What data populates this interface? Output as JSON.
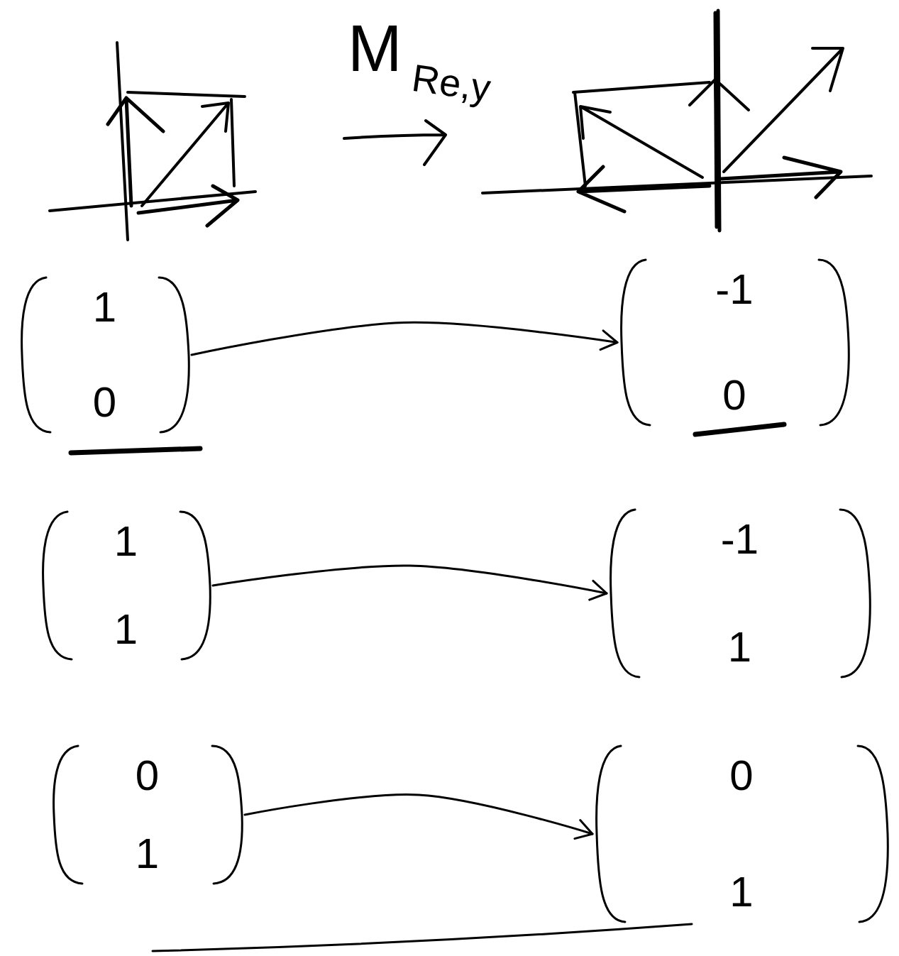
{
  "diagram": {
    "nodes": [
      {
        "text": [
          "1",
          "0"
        ]
      },
      {
        "text": [
          "-1",
          "0"
        ]
      },
      {
        "text": [
          "1",
          "1"
        ]
      },
      {
        "text": [
          "-1",
          "1"
        ]
      },
      {
        "text": [
          "0",
          "1"
        ]
      },
      {
        "text": [
          "0",
          "1"
        ]
      }
    ],
    "edges": [
      {
        "from": 0,
        "to": 1,
        "arrow": "to"
      },
      {
        "from": 2,
        "to": 3,
        "arrow": "to"
      },
      {
        "from": 4,
        "to": 5,
        "arrow": "to"
      }
    ],
    "labels": [
      "M",
      "Re,y"
    ]
  }
}
